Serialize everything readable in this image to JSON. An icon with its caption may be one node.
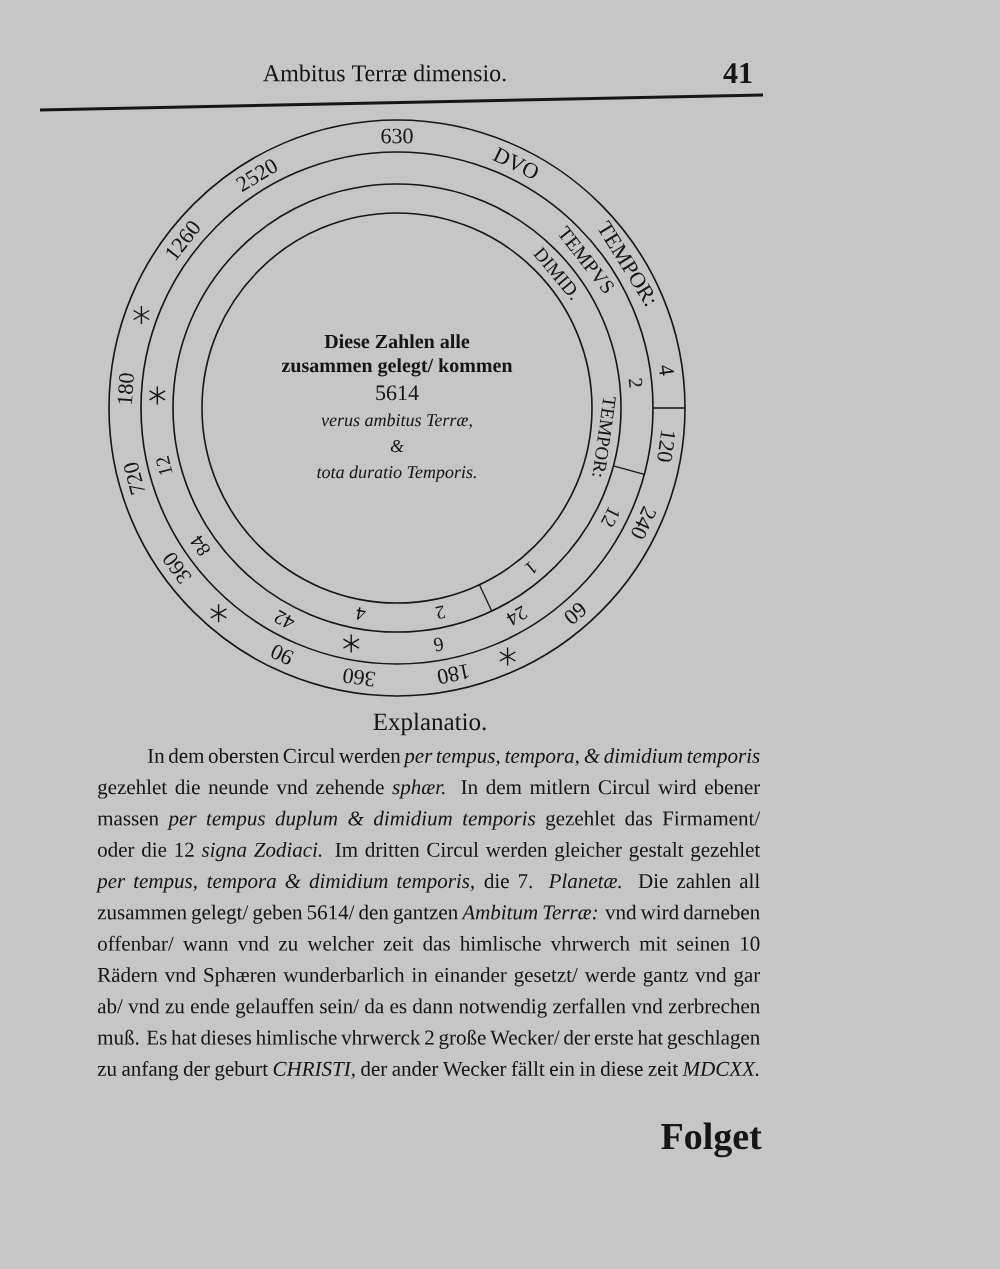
{
  "diagram": {
    "nodes": [
      {
        "text": [
          "Diese Zahlen alle zusammen gelegt/ kommen",
          "5614",
          "verus ambitus Terræ,",
          "&",
          "tota duratio Temporis."
        ]
      }
    ],
    "labels": [
      "Ambitus Terræ dimensio.",
      "41",
      "630",
      "DVO",
      "TEMPOR:",
      "4",
      "120",
      "240",
      "60",
      "180",
      "360",
      "90",
      "360",
      "720",
      "180",
      "1260",
      "2520",
      "TEMPVS",
      "2",
      "12",
      "24",
      "6",
      "42",
      "84",
      "12",
      "DIMID.",
      "TEMPOR:",
      "1",
      "2",
      "4",
      "Explanatio.",
      "In dem obersten Circul werden *per tempus, tempora, & dimidium temporis* gezehlet die neunde vnd zehende *sphær.* In dem mitlern Circul wird ebener massen *per tempus duplum & dimidium temporis* gezehlet das Firmament/ oder die 12 *signa Zodiaci.* Im dritten Circul werden gleicher gestalt gezehlet *per tempus, tempora & dimidium temporis,* die 7. *Planetæ.* Die zahlen all zusammen gelegt/ geben 5614/ den gantzen *Ambitum Terræ:* vnd wird darneben offenbar/ wann vnd zu welcher zeit das himlische vhrwerch mit seinen 10 Rädern vnd Sphæren wunderbarlich in einander gesetzt/ werde gantz vnd gar ab/ vnd zu ende gelauffen sein/ da es dann notwendig zerfallen vnd zerbrechen muß. Es hat dieses himlische vhrwerck 2 große Wecker/ der erste hat geschlagen zu anfang der geburt *CHRISTI,* der ander Wecker fällt ein in diese zeit *MDCXX.*",
      "Folget"
    ]
  }
}
